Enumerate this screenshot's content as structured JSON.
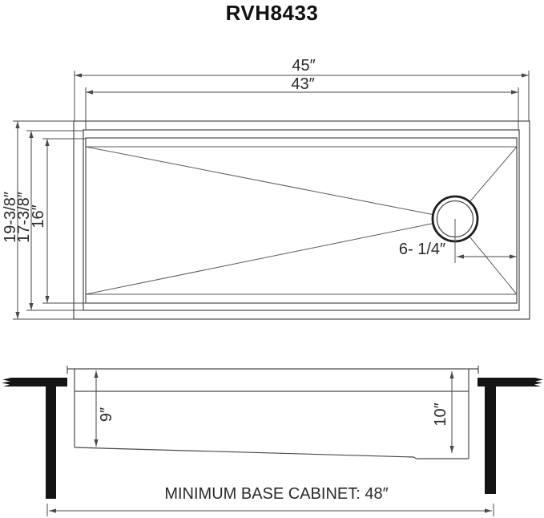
{
  "title": "RVH8433",
  "top_view": {
    "width_overall": "45″",
    "width_inner": "43″",
    "height_overall": "19-3/8″",
    "height_inner": "17-3/8″",
    "height_basin": "16″",
    "drain_offset": "6- 1/4″"
  },
  "side_view": {
    "depth_left": "9″",
    "depth_right": "10″",
    "cabinet_note": "MINIMUM BASE CABINET: 48″"
  },
  "colors": {
    "line": "#4a4a4a",
    "solid_black": "#141414",
    "text": "#2b2b2b",
    "background": "#ffffff"
  }
}
